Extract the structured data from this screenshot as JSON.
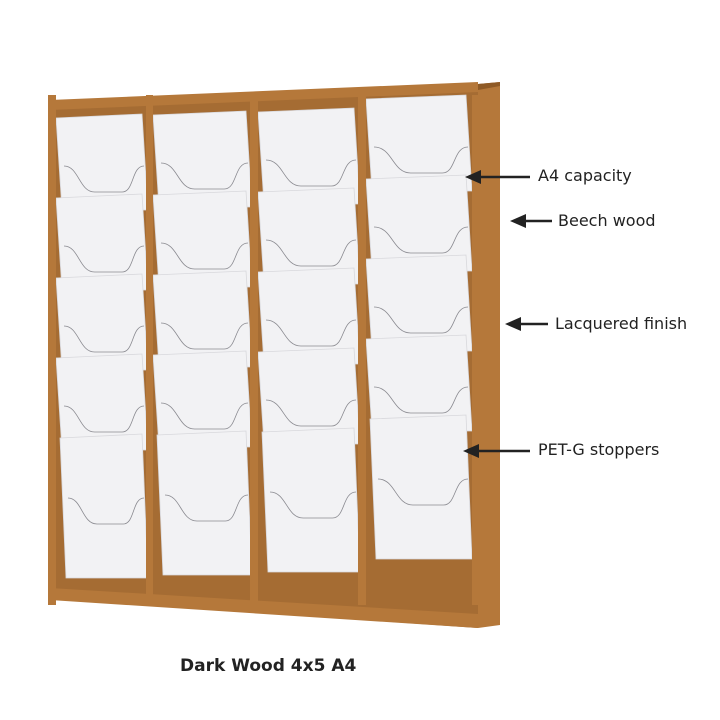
{
  "product": {
    "caption": "Dark Wood 4x5 A4",
    "columns": 4,
    "rows": 5
  },
  "annotations": [
    {
      "id": "a4-capacity",
      "text": "A4 capacity"
    },
    {
      "id": "beech-wood",
      "text": "Beech wood"
    },
    {
      "id": "lacquered-finish",
      "text": "Lacquered finish"
    },
    {
      "id": "petg-stoppers",
      "text": "PET-G stoppers"
    }
  ],
  "colors": {
    "wood": "#b5783a",
    "wood_dark": "#8f5a26",
    "paper": "#f2f2f4",
    "arrow": "#222222"
  }
}
